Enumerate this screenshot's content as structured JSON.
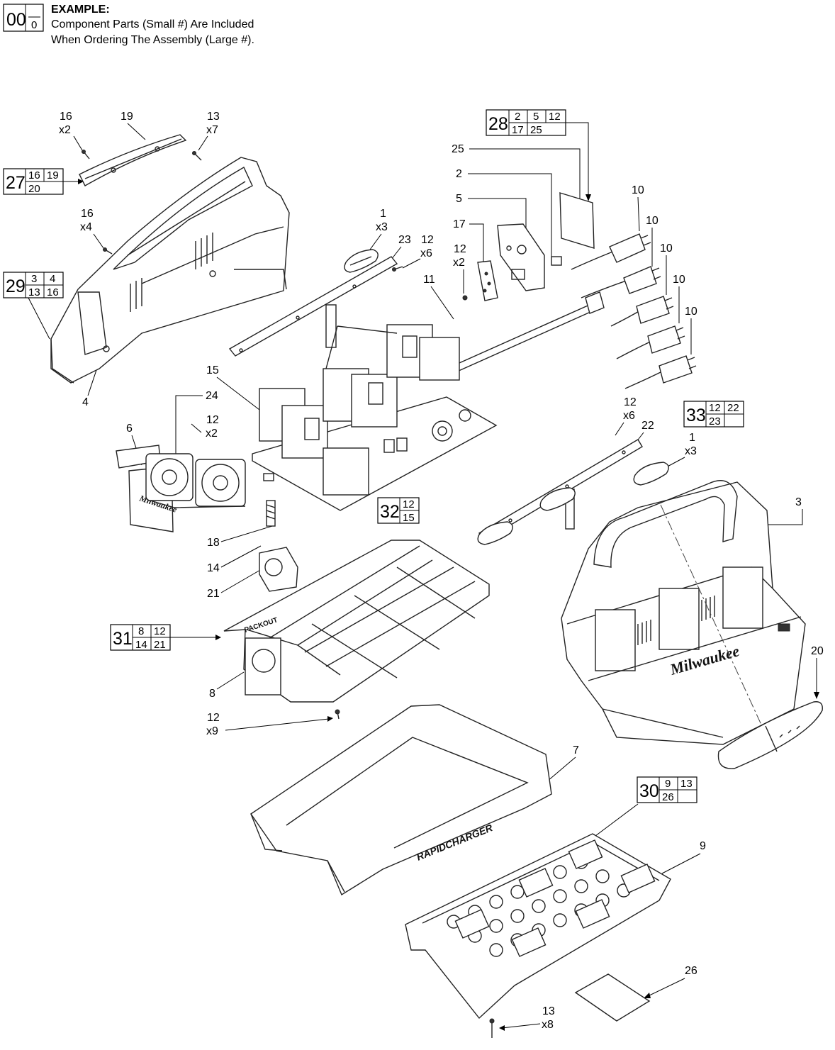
{
  "legend": {
    "example_big": "00",
    "example_small": "0",
    "heading": "EXAMPLE:",
    "line1": "Component Parts (Small #) Are Included",
    "line2": "When Ordering The Assembly (Large #)."
  },
  "callouts": {
    "c16x2": [
      "16",
      "x2"
    ],
    "c19": "19",
    "c13x7": [
      "13",
      "x7"
    ],
    "c16x4": [
      "16",
      "x4"
    ],
    "c4": "4",
    "c1x3a": [
      "1",
      "x3"
    ],
    "c23": "23",
    "c12x6a": [
      "12",
      "x6"
    ],
    "c25": "25",
    "c2": "2",
    "c5": "5",
    "c17": "17",
    "c12x2a": [
      "12",
      "x2"
    ],
    "c11": "11",
    "c10": "10",
    "c15": "15",
    "c24": "24",
    "c6": "6",
    "c12x2b": [
      "12",
      "x2"
    ],
    "c18": "18",
    "c14": "14",
    "c21": "21",
    "c12x6b": [
      "12",
      "x6"
    ],
    "c22": "22",
    "c1x3b": [
      "1",
      "x3"
    ],
    "c3": "3",
    "c8": "8",
    "c12x9": [
      "12",
      "x9"
    ],
    "c7": "7",
    "c20": "20",
    "c9": "9",
    "c26": "26",
    "c13x8": [
      "13",
      "x8"
    ]
  },
  "assemblies": {
    "a27": {
      "big": "27",
      "parts": [
        "16",
        "19",
        "20",
        ""
      ]
    },
    "a28": {
      "big": "28",
      "parts": [
        "2",
        "5",
        "12",
        "17",
        "25",
        ""
      ]
    },
    "a29": {
      "big": "29",
      "parts": [
        "3",
        "4",
        "13",
        "16"
      ]
    },
    "a31": {
      "big": "31",
      "parts": [
        "8",
        "12",
        "14",
        "21"
      ]
    },
    "a32": {
      "big": "32",
      "parts": [
        "12",
        "15"
      ]
    },
    "a33": {
      "big": "33",
      "parts": [
        "12",
        "22",
        "23",
        ""
      ]
    },
    "a30": {
      "big": "30",
      "parts": [
        "9",
        "13",
        "26",
        ""
      ]
    }
  },
  "logos": {
    "milwaukee": "Milwaukee",
    "rapidcharger": "RAPIDCHARGER",
    "packout": "PACKOUT"
  }
}
